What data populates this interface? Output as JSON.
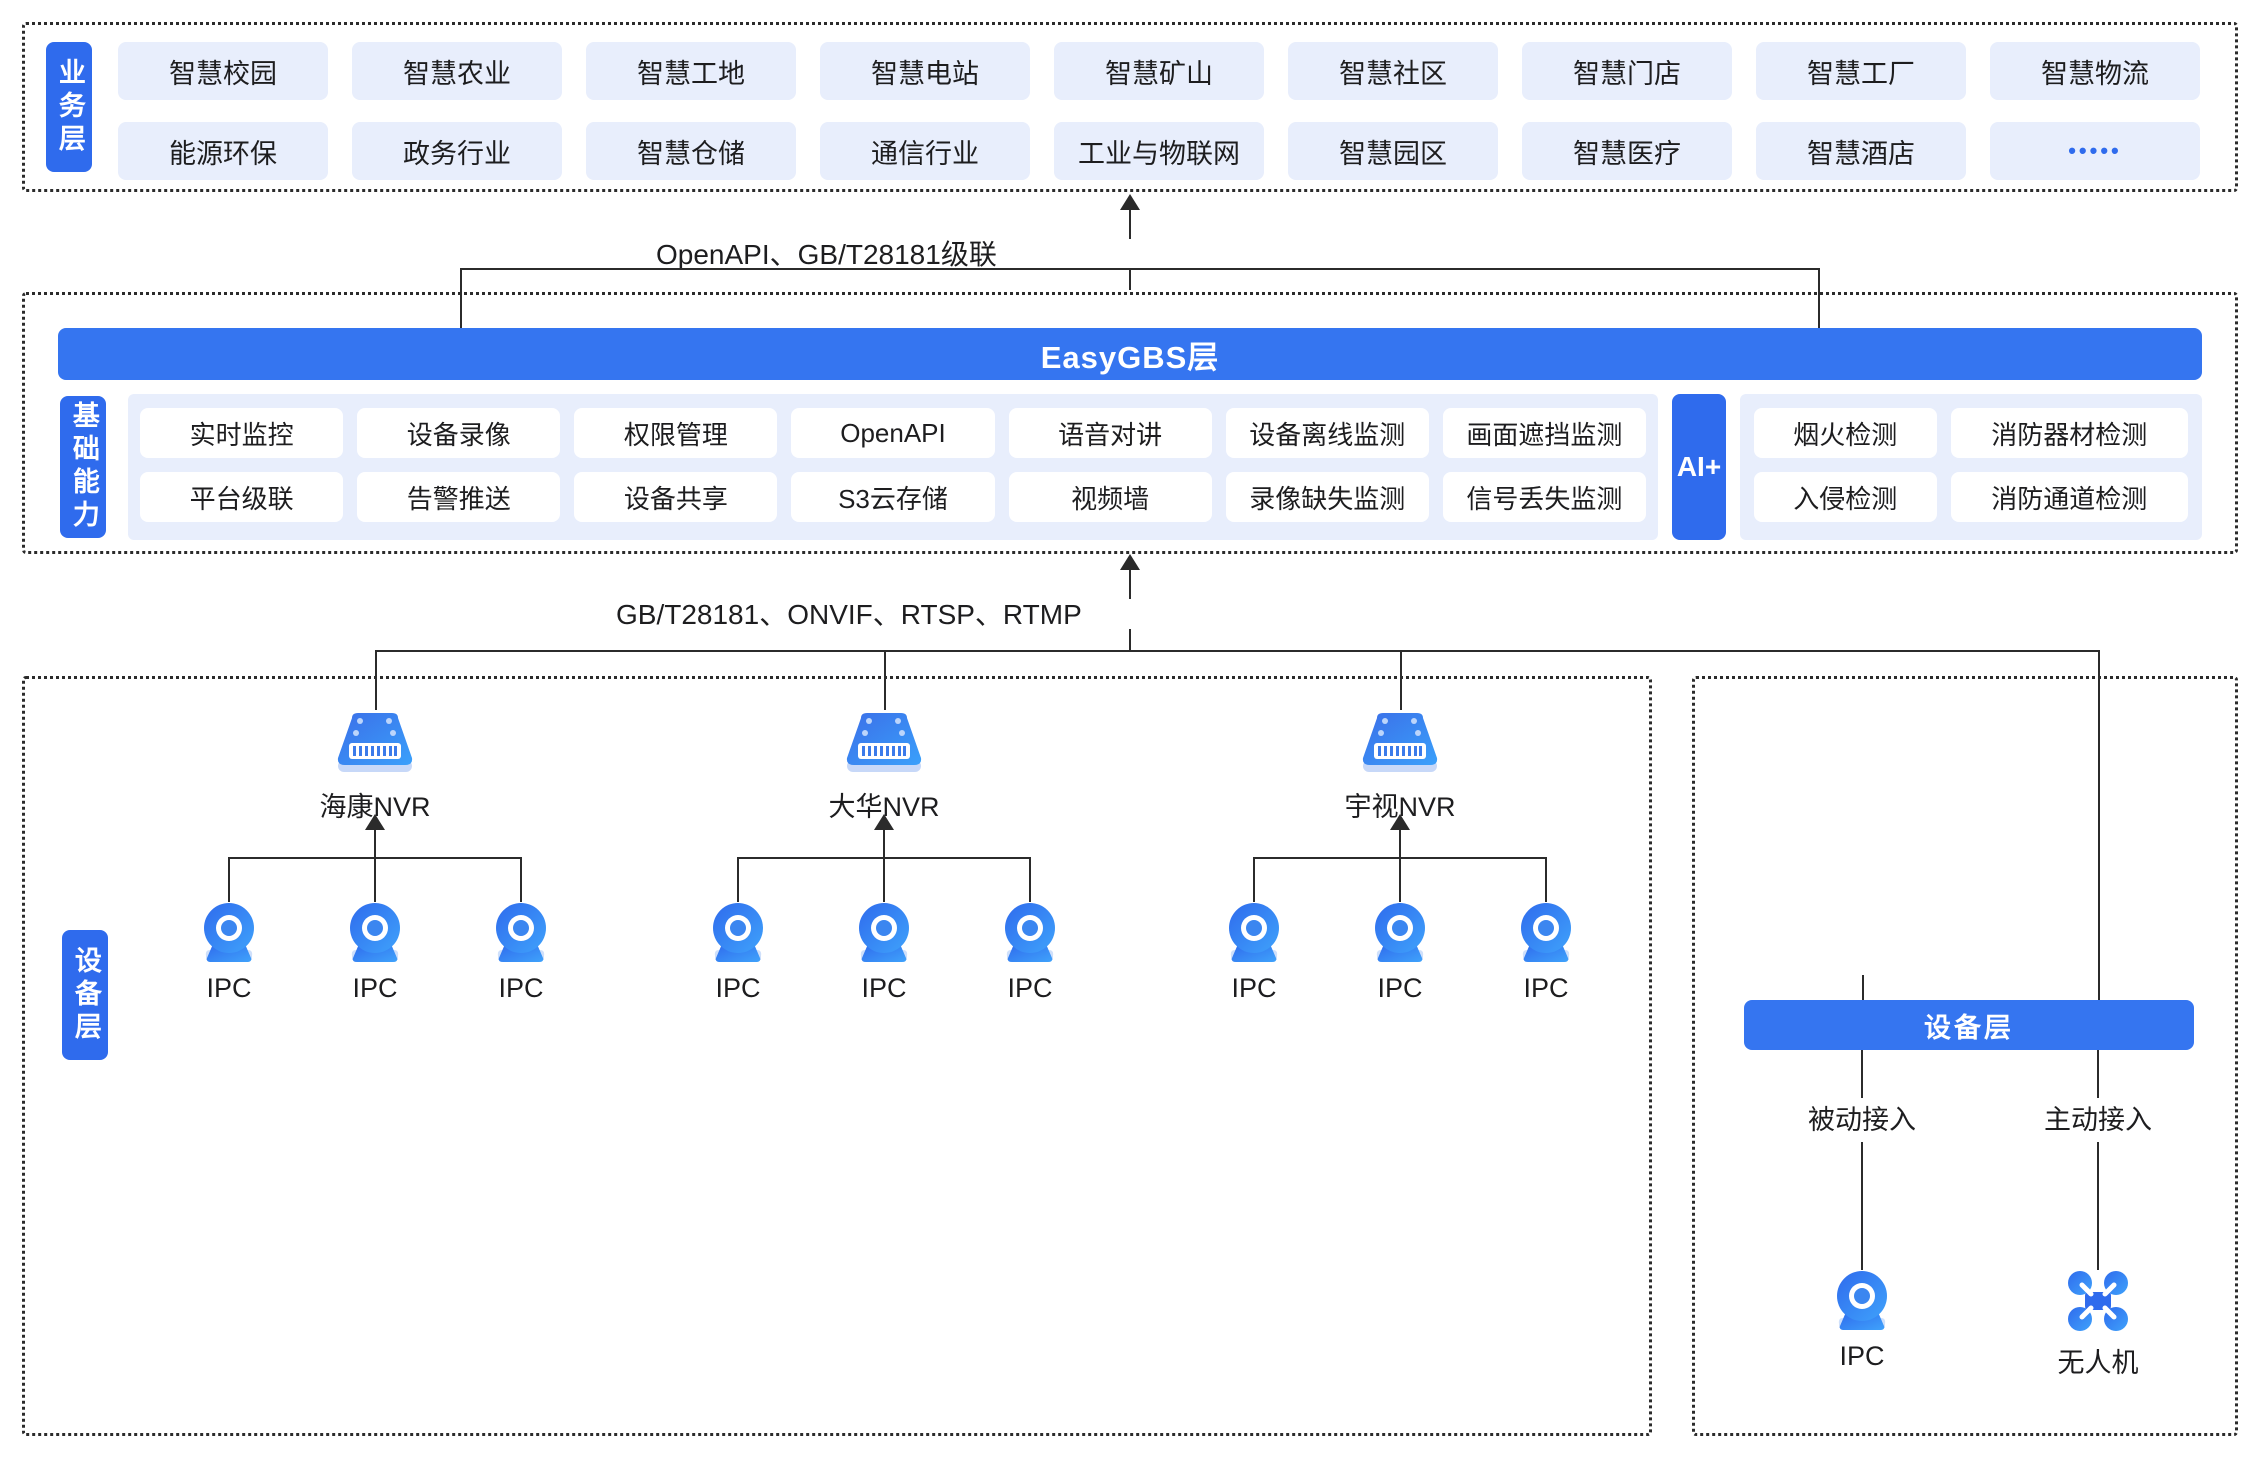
{
  "business": {
    "tab_label": "业务层",
    "items": [
      "智慧校园",
      "智慧农业",
      "智慧工地",
      "智慧电站",
      "智慧矿山",
      "智慧社区",
      "智慧门店",
      "智慧工厂",
      "智慧物流",
      "能源环保",
      "政务行业",
      "智慧仓储",
      "通信行业",
      "工业与物联网",
      "智慧园区",
      "智慧医疗",
      "智慧酒店",
      "•••••"
    ]
  },
  "connectors": {
    "top_label": "OpenAPI、GB/T28181级联",
    "bottom_label": "GB/T28181、ONVIF、RTSP、RTMP"
  },
  "easygbs": {
    "bar_label": "EasyGBS层",
    "base_tab_label": "基础能力",
    "capabilities": [
      "实时监控",
      "设备录像",
      "权限管理",
      "OpenAPI",
      "语音对讲",
      "设备离线监测",
      "画面遮挡监测",
      "平台级联",
      "告警推送",
      "设备共享",
      "S3云存储",
      "视频墙",
      "录像缺失监测",
      "信号丢失监测"
    ],
    "ai_tab_label": "AI+",
    "ai_items": [
      "烟火检测",
      "消防器材检测",
      "入侵检测",
      "消防通道检测"
    ]
  },
  "device_left": {
    "tab_label": "设备层",
    "nvrs": [
      {
        "label": "海康NVR",
        "cameras": [
          "IPC",
          "IPC",
          "IPC"
        ]
      },
      {
        "label": "大华NVR",
        "cameras": [
          "IPC",
          "IPC",
          "IPC"
        ]
      },
      {
        "label": "宇视NVR",
        "cameras": [
          "IPC",
          "IPC",
          "IPC"
        ]
      }
    ]
  },
  "device_right": {
    "bar_label": "设备层",
    "branches": [
      {
        "access_label": "被动接入",
        "node_label": "IPC",
        "icon": "camera-icon"
      },
      {
        "access_label": "主动接入",
        "node_label": "无人机",
        "icon": "drone-icon"
      }
    ]
  },
  "colors": {
    "accent": "#2f6bed",
    "bar": "#3575f0",
    "chip_bg": "#e8eefc",
    "line": "#2b2b2b"
  }
}
